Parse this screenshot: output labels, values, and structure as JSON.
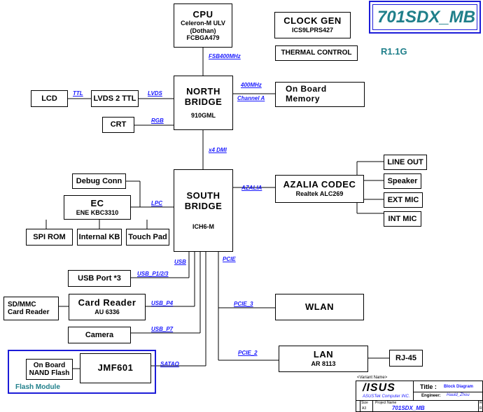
{
  "title": "701SDX_MB",
  "revision": "R1.1G",
  "cpu": {
    "name": "CPU",
    "line1": "Celeron-M ULV",
    "line2": "(Dothan)",
    "line3": "FCBGA479"
  },
  "clock": {
    "name": "CLOCK GEN",
    "part": "ICS9LPRS427"
  },
  "thermal": "THERMAL CONTROL",
  "north": {
    "line1": "NORTH",
    "line2": "BRIDGE",
    "part": "910GML"
  },
  "south": {
    "line1": "SOUTH",
    "line2": "BRIDGE",
    "part": "ICH6-M"
  },
  "memory": {
    "line1": "On Board",
    "line2": "Memory"
  },
  "lcd": "LCD",
  "lvds": "LVDS 2 TTL",
  "crt": "CRT",
  "debug": "Debug Conn",
  "ec": {
    "name": "EC",
    "part": "ENE KBC3310"
  },
  "spirom": "SPI ROM",
  "kb": "Internal KB",
  "touchpad": "Touch Pad",
  "codec": {
    "name": "AZALIA CODEC",
    "part": "Realtek ALC269"
  },
  "lineout": "LINE OUT",
  "speaker": "Speaker",
  "extmic": "EXT MIC",
  "intmic": "INT MIC",
  "usbport": "USB Port *3",
  "cardreader": {
    "name": "Card Reader",
    "part": "AU 6336"
  },
  "sdmmc": {
    "line1": "SD/MMC",
    "line2": "Card Reader"
  },
  "camera": "Camera",
  "wlan": "WLAN",
  "lan": {
    "name": "LAN",
    "part": "AR 8113"
  },
  "rj45": "RJ-45",
  "jmf": "JMF601",
  "nand": {
    "line1": "On Board",
    "line2": "NAND Flash"
  },
  "flash_module": "Flash Module",
  "labels": {
    "fsb": "FSB400MHz",
    "ttl": "TTL",
    "lvds": "LVDS",
    "rgb": "RGB",
    "mhz400": "400MHz",
    "channel": "Channel A",
    "dmi": "x4 DMI",
    "lpc": "LPC",
    "azalia": "AZALIA",
    "usb": "USB",
    "pcie": "PCIE",
    "usbp123": "USB_P1/2/3",
    "usbp4": "USB_P4",
    "pcie3": "PCIE_3",
    "usbp7": "USB_P7",
    "pcie2": "PCIE_2",
    "satao": "SATAO"
  },
  "titleblock": {
    "variant": "<Variant Name>",
    "logo": "/ISUS",
    "company": "ASUSTek Computer INC.",
    "title_label": "Title :",
    "title_value": "Block Diagram",
    "engineer_label": "Engineer:",
    "engineer_value": "Hauld_Zhou",
    "size_label": "Size",
    "size_value": "A3",
    "project_label": "Project Name",
    "project_value": "701SDX_MB",
    "rev_label": "Re",
    "rev_value": "R"
  },
  "colors": {
    "title_border": "#1c1cd8",
    "title_text": "#1f7f8a",
    "label": "#1a1aff",
    "flash_border": "#1c1cd8"
  }
}
